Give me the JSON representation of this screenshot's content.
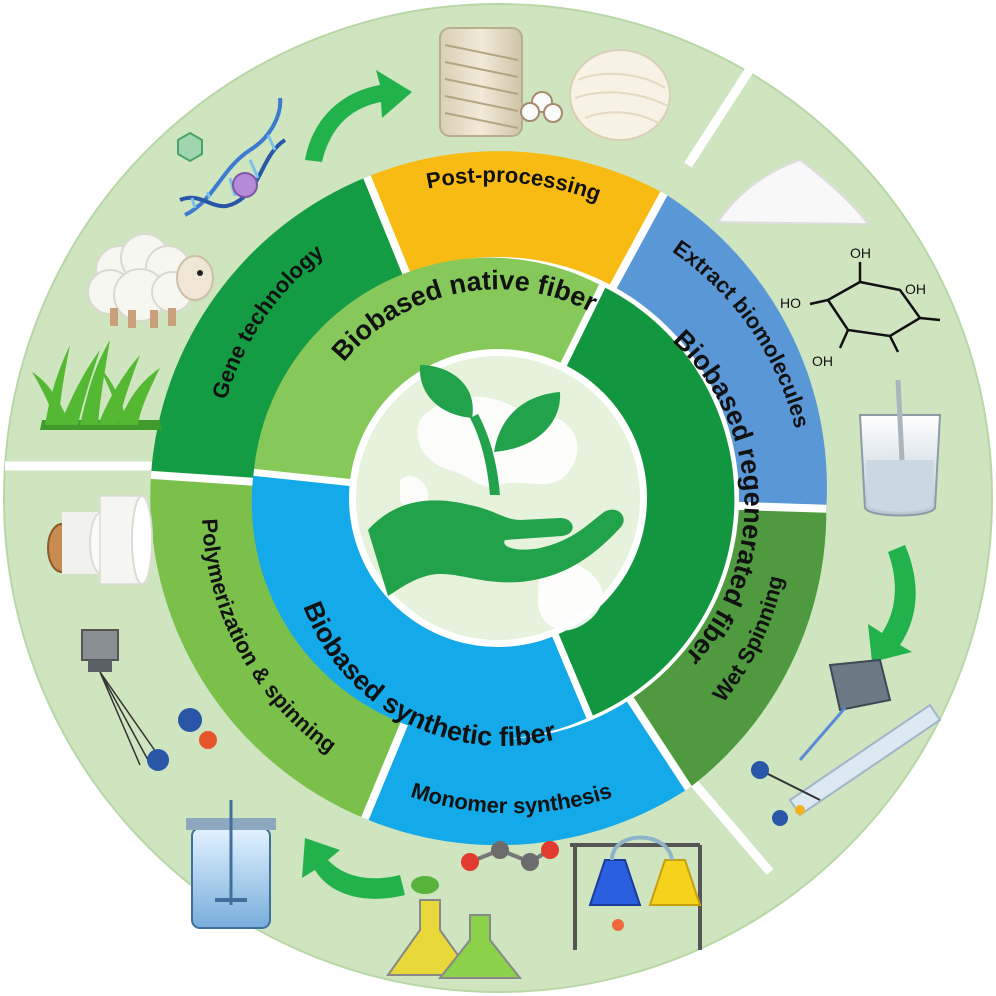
{
  "inner_ring": {
    "native": "Biobased native fiber",
    "regenerated": "Biobased regenerated fiber",
    "synthetic": "Biobased synthetic fiber"
  },
  "middle_ring": {
    "post_processing": "Post-processing",
    "gene_technology": "Gene technology",
    "extract_biomolecules": "Extract biomolecules",
    "wet_spinning": "Wet Spinning",
    "monomer_synthesis": "Monomer synthesis",
    "polymerization_spinning": "Polymerization & spinning"
  },
  "chem": {
    "oh": "OH",
    "ho": "HO"
  },
  "colors": {
    "outer_ring": "#cfe5c0",
    "center": "#ffffff",
    "post_processing": "#f8bb14",
    "gene_technology": "#139c43",
    "extract_biomolecules": "#5a97d6",
    "wet_spinning": "#4f9a3f",
    "monomer_synthesis": "#14a9e8",
    "polymerization_spinning": "#7cc04c",
    "native_inner": "#86c95a",
    "regenerated_inner": "#12963f",
    "synthetic_inner": "#14a9e8",
    "arrow": "#22b24c"
  }
}
